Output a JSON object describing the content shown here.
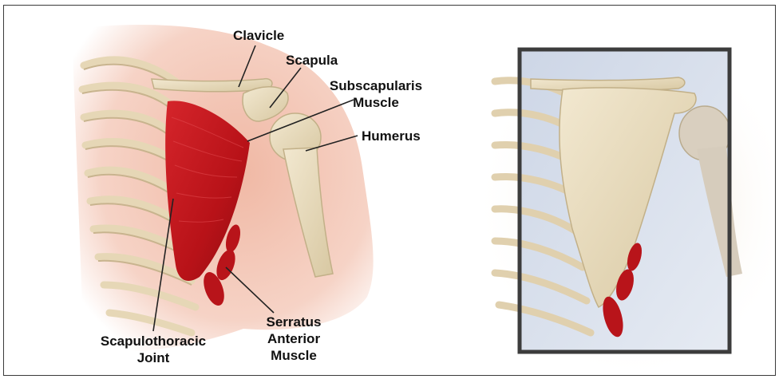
{
  "labels": {
    "clavicle": "Clavicle",
    "scapula": "Scapula",
    "subscapularis_line1": "Subscapularis",
    "subscapularis_line2": "Muscle",
    "humerus": "Humerus",
    "scapulothoracic_line1": "Scapulothoracic",
    "scapulothoracic_line2": "Joint",
    "serratus_line1": "Serratus",
    "serratus_line2": "Anterior",
    "serratus_line3": "Muscle"
  },
  "colors": {
    "bone": "#e8dcc0",
    "bone_shadow": "#c8b890",
    "muscle": "#c8161c",
    "skin": "#f3c9b8",
    "inset_bg": "#d6dde9",
    "inset_border": "#3c3c3c",
    "leader_line": "#222222"
  }
}
